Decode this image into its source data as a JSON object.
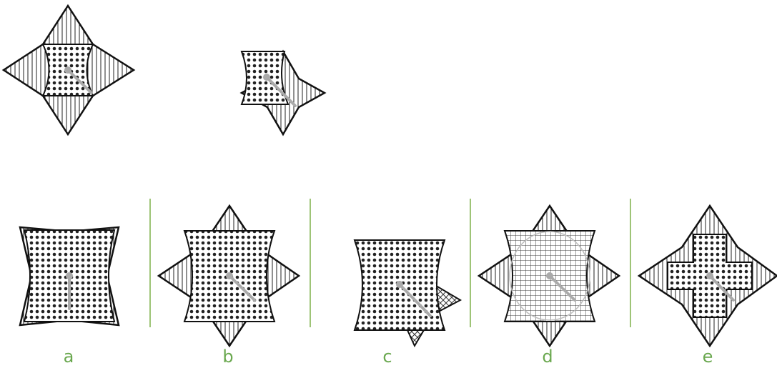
{
  "answer_options": [
    {
      "label": "a"
    },
    {
      "label": "b"
    },
    {
      "label": "c"
    },
    {
      "label": "d"
    },
    {
      "label": "e"
    }
  ],
  "colors": {
    "outline": "#111111",
    "pattern": "#222222",
    "needle": "#aaaaaa",
    "divider": "#7fb04a",
    "label": "#6aa84f"
  }
}
